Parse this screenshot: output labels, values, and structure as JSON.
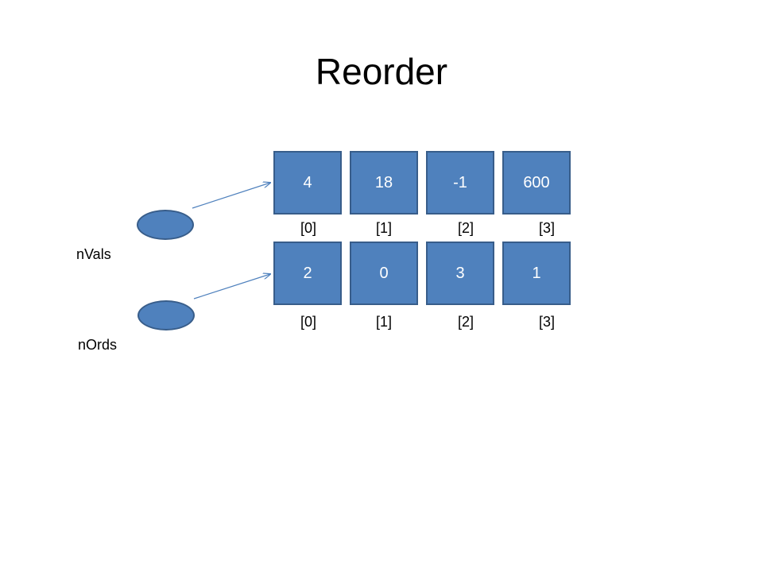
{
  "title": "Reorder",
  "colors": {
    "cell_fill": "#4f81bd",
    "cell_border": "#385d8a",
    "arrow": "#4f81bd"
  },
  "arrays": [
    {
      "name": "nVals",
      "values": [
        "4",
        "18",
        "-1",
        "600"
      ],
      "indices": [
        "[0]",
        "[1]",
        "[2]",
        "[3]"
      ]
    },
    {
      "name": "nOrds",
      "values": [
        "2",
        "0",
        "3",
        "1"
      ],
      "indices": [
        "[0]",
        "[1]",
        "[2]",
        "[3]"
      ]
    }
  ]
}
